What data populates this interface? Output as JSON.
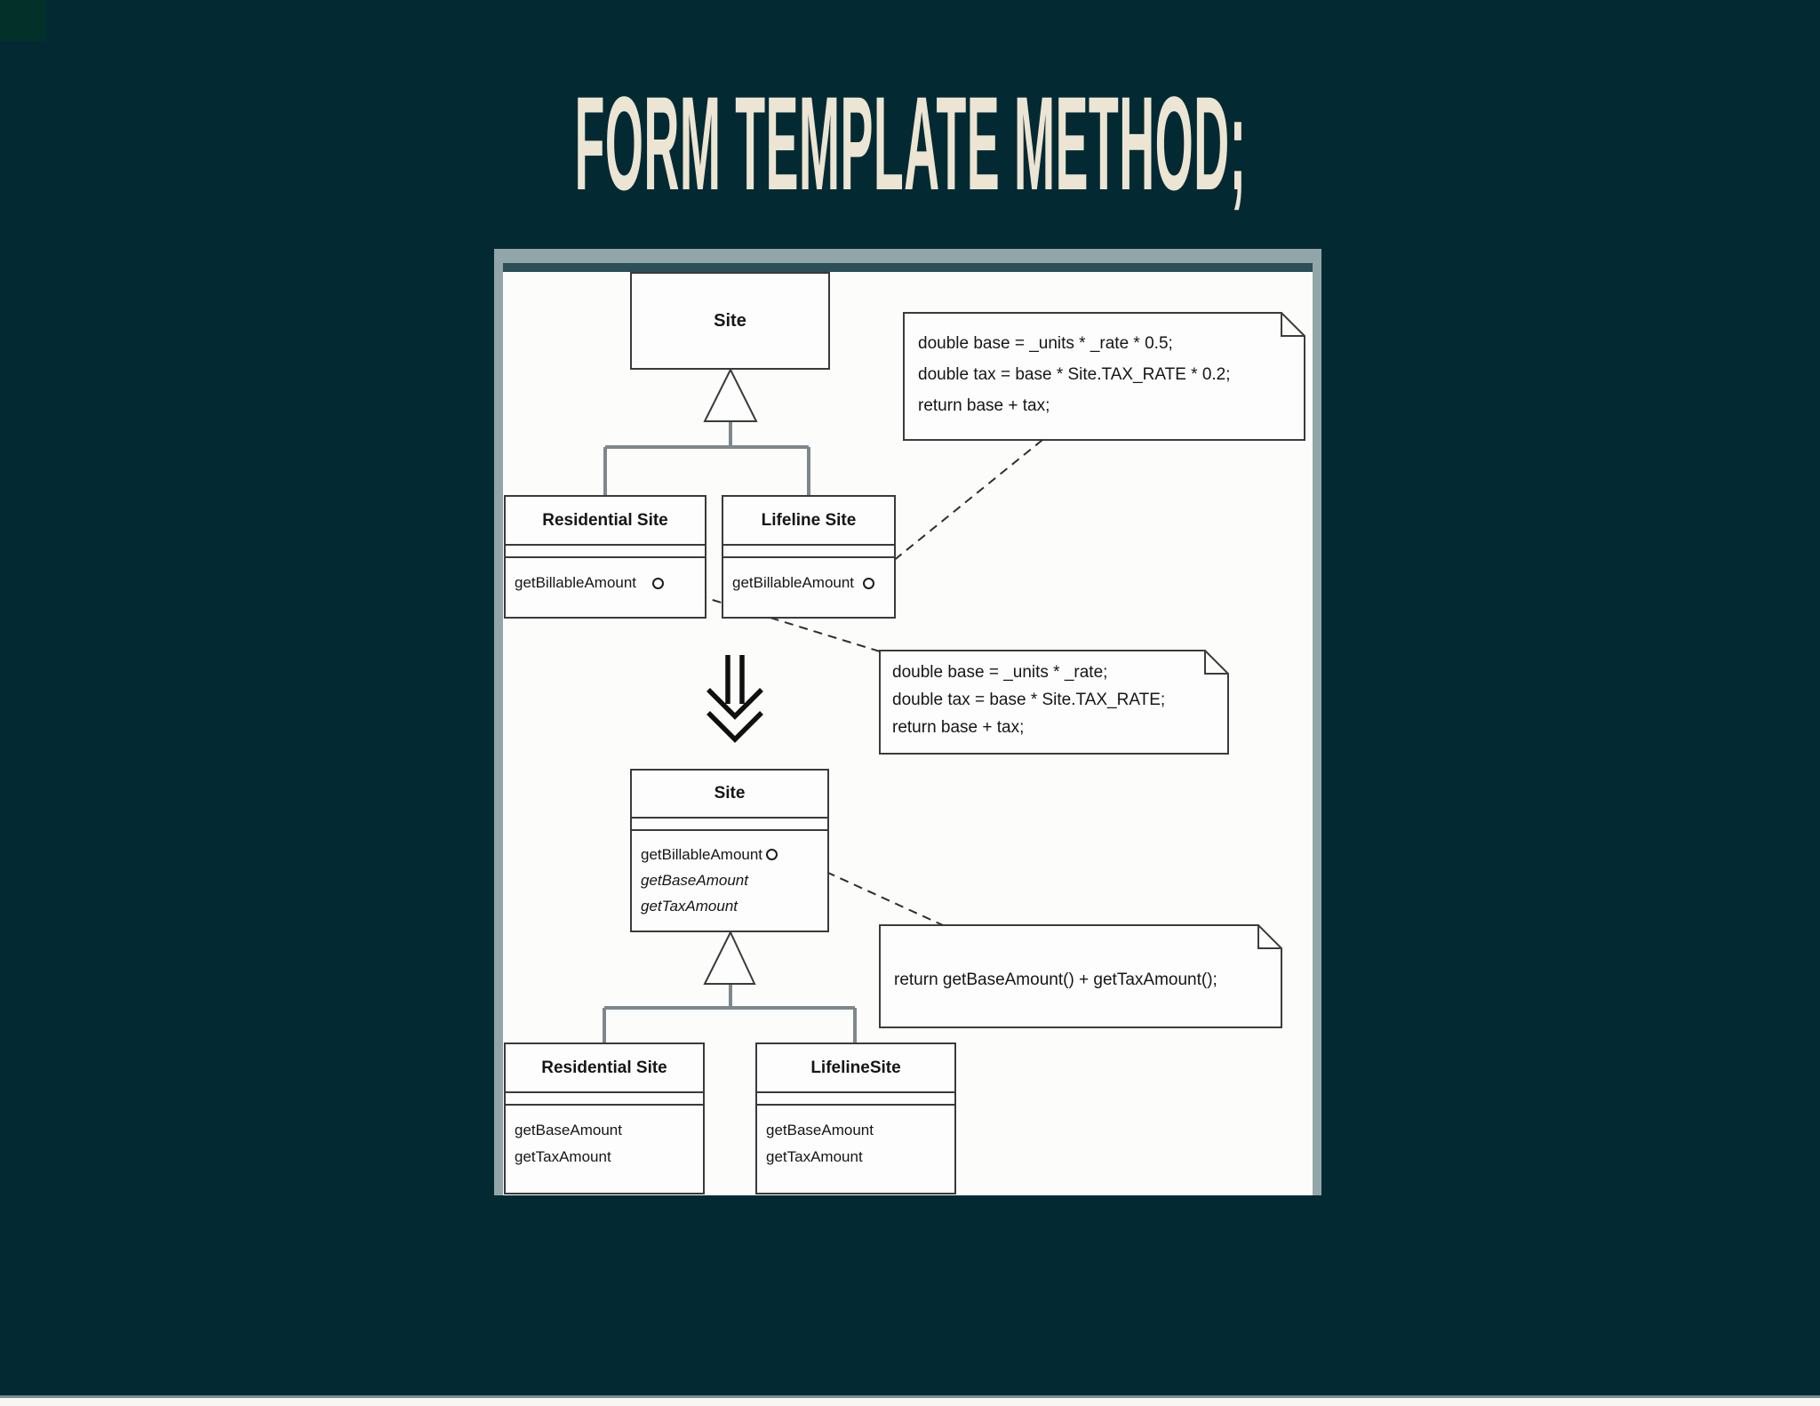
{
  "title": "FORM TEMPLATE METHOD;",
  "colors": {
    "background": "#032a33",
    "title_text": "#ece5d3",
    "panel_frame": "#92a5a8",
    "panel_stripe": "#2a4f57",
    "canvas": "#fcfcfb",
    "diagram_ink": "#3a3a3a",
    "connector_gray": "#7e888c"
  },
  "before": {
    "parent_class": {
      "title": "Site"
    },
    "residential": {
      "title": "Residential Site",
      "method": "getBillableAmount"
    },
    "lifeline": {
      "title": "Lifeline Site",
      "method": "getBillableAmount"
    },
    "note": {
      "lines": [
        "double base = _units * _rate * 0.5;",
        "double tax = base * Site.TAX_RATE * 0.2;",
        "return base + tax;"
      ]
    }
  },
  "refactor_note": {
    "lines": [
      "double base = _units * _rate;",
      "double tax = base * Site.TAX_RATE;",
      "return base + tax;"
    ]
  },
  "after": {
    "parent_class": {
      "title": "Site",
      "methods": [
        "getBillableAmount",
        "getBaseAmount",
        "getTaxAmount"
      ]
    },
    "residential": {
      "title": "Residential Site",
      "methods": [
        "getBaseAmount",
        "getTaxAmount"
      ]
    },
    "lifeline": {
      "title": "LifelineSite",
      "methods": [
        "getBaseAmount",
        "getTaxAmount"
      ]
    },
    "note": {
      "line": "return getBaseAmount() + getTaxAmount();"
    }
  }
}
